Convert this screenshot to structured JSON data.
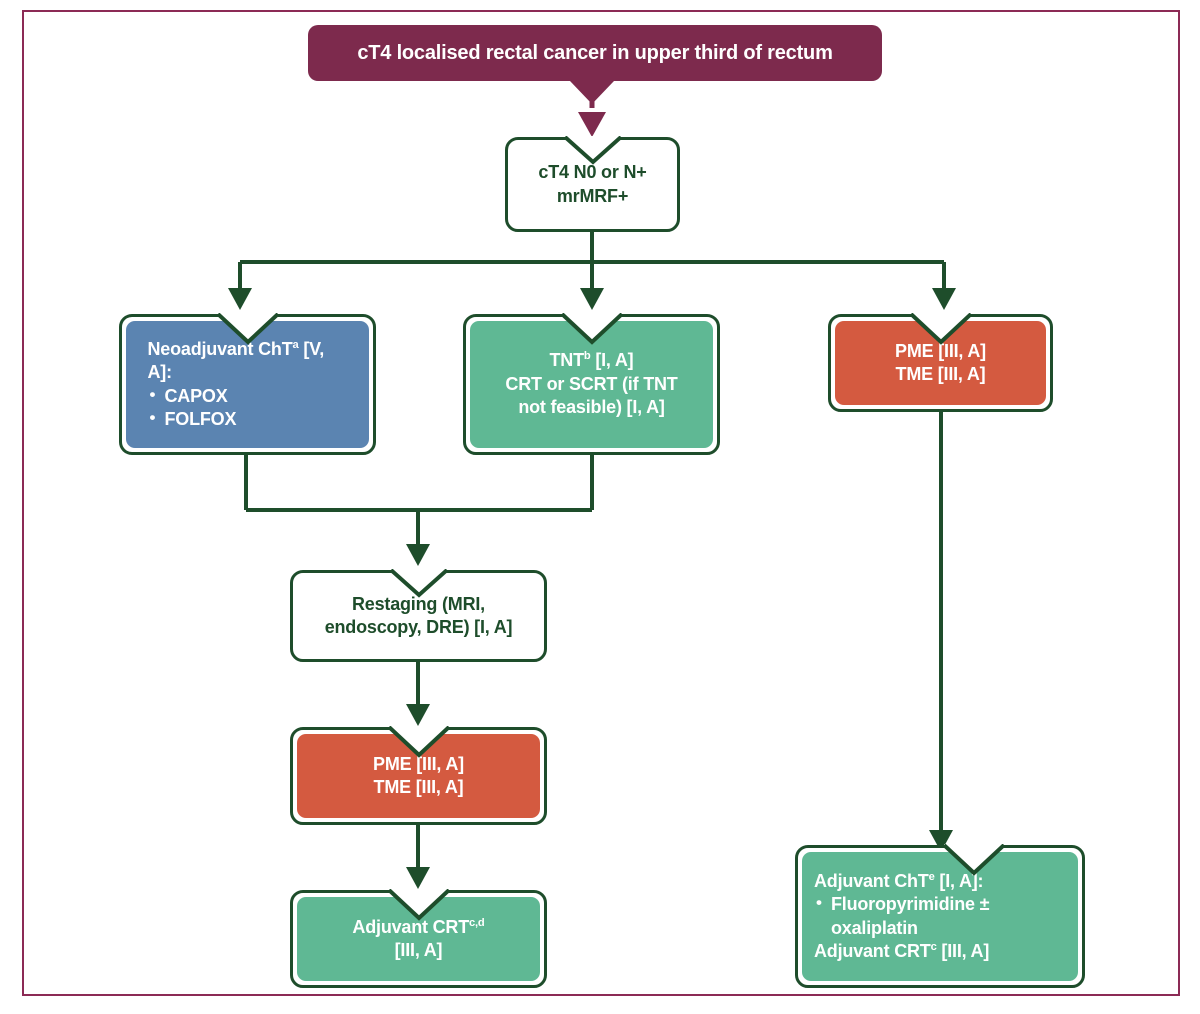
{
  "diagram": {
    "title": "cT4 localised rectal cancer in upper third of rectum",
    "colors": {
      "banner": "#7D2A4D",
      "frame_border": "#8C2A55",
      "node_border": "#1E4D2B",
      "blue": "#5B84B1",
      "teal": "#5FB894",
      "orange": "#D45A40",
      "white": "#FFFFFF",
      "connector": "#1E4D2B"
    },
    "nodes": {
      "header": {
        "text": "cT4 localised rectal cancer in upper third of rectum",
        "style": "banner"
      },
      "staging": {
        "line1": "cT4 N0 or N+",
        "line2": "mrMRF+",
        "style": "white"
      },
      "neoadjuvant_cht": {
        "lead": "Neoadjuvant ChT",
        "lead_sup": "a",
        "lead_tail": " [V, A]:",
        "bullets": [
          "CAPOX",
          "FOLFOX"
        ],
        "style": "blue"
      },
      "tnt": {
        "line1_main": "TNT",
        "line1_sup": "b",
        "line1_tail": " [I, A]",
        "line2": "CRT or SCRT (if TNT",
        "line3": "not feasible) [I, A]",
        "style": "teal"
      },
      "pme_tme_right": {
        "line1": "PME [III, A]",
        "line2": "TME [III, A]",
        "style": "orange"
      },
      "restaging": {
        "line1": "Restaging (MRI,",
        "line2": "endoscopy, DRE) [I, A]",
        "style": "white"
      },
      "pme_tme_middle": {
        "line1": "PME [III, A]",
        "line2": "TME [III, A]",
        "style": "orange"
      },
      "adjuvant_crt": {
        "line1_main": "Adjuvant CRT",
        "line1_sup": "c,d",
        "line2": "[III, A]",
        "style": "teal"
      },
      "adjuvant_cht": {
        "lead": "Adjuvant ChT",
        "lead_sup": "e",
        "lead_tail": " [I, A]:",
        "bullets": [
          "Fluoropyrimidine ± oxaliplatin"
        ],
        "footer_main": "Adjuvant CRT",
        "footer_sup": "c",
        "footer_tail": " [III, A]",
        "style": "teal"
      }
    }
  }
}
